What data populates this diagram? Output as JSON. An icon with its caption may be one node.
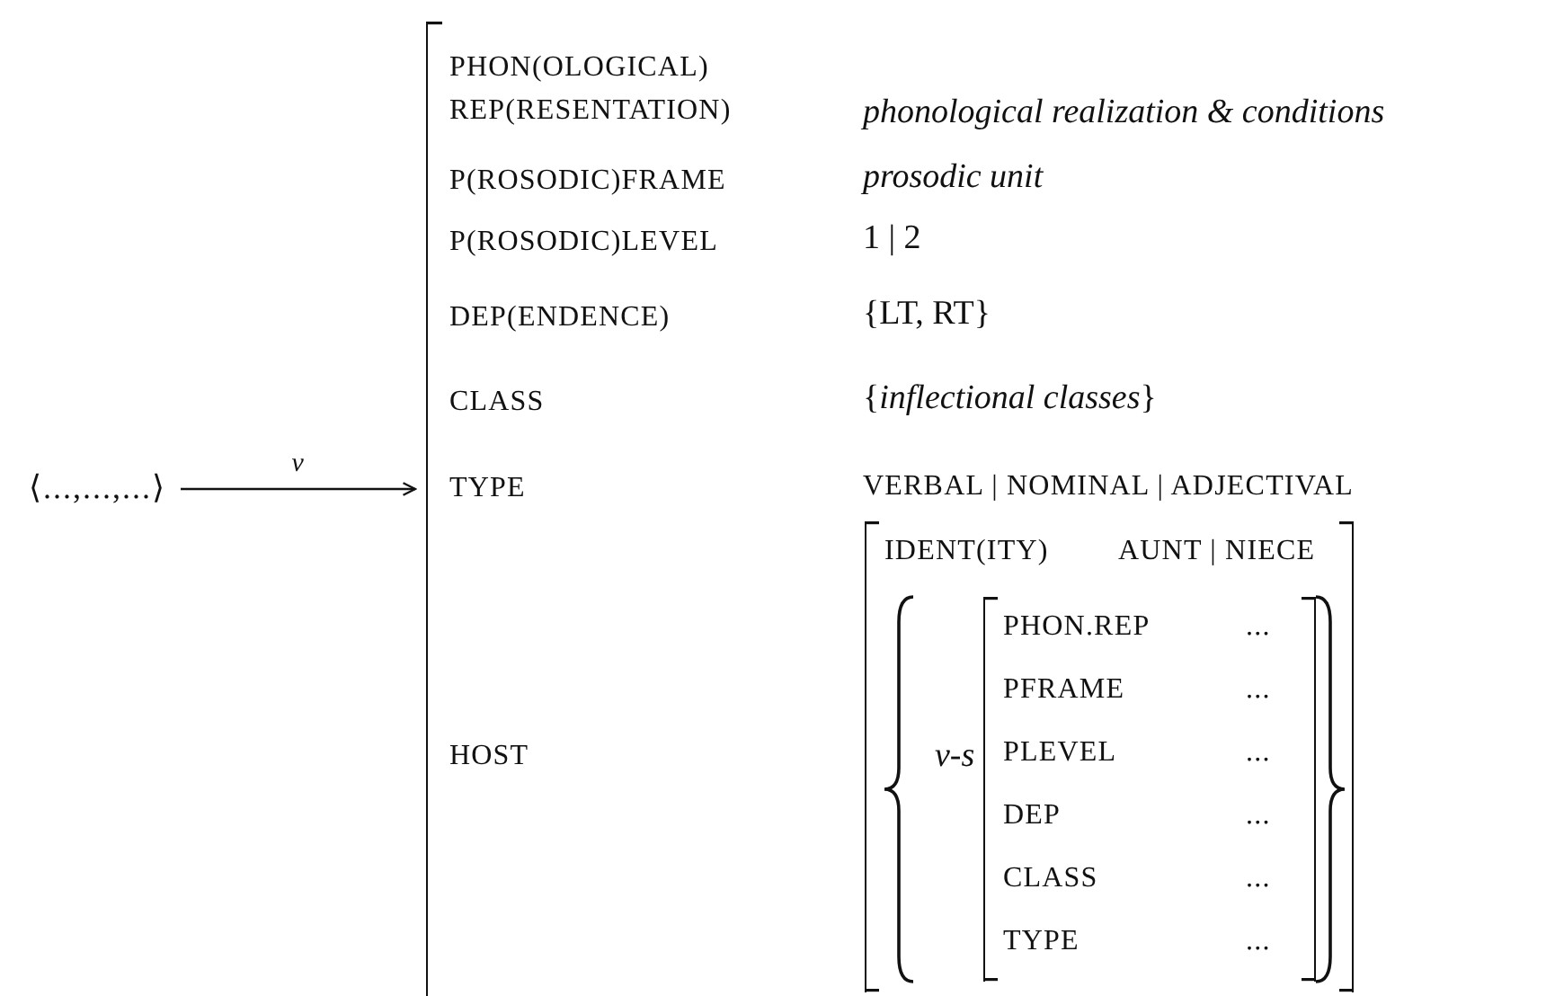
{
  "diagram": {
    "nodes": [
      {
        "text": [
          "⟨...,...,...⟩"
        ]
      },
      {
        "text": [
          "PHON(OLOGICAL) REP(RESENTATION)",
          "*phonological realization & conditions*",
          "P(ROSODIC)FRAME",
          "*prosodic unit*",
          "P(ROSODIC)LEVEL",
          "1 | 2",
          "DEP(ENDENCE)",
          "{LT, RT}",
          "CLASS",
          "{*inflectional classes*}",
          "TYPE",
          "VERBAL | NOMINAL | ADJECTIVAL",
          "HOST"
        ]
      },
      {
        "text": [
          "IDENT(ITY)",
          "AUNT | NIECE",
          "*v-s*"
        ],
        "in": 1
      },
      {
        "text": [
          "PHON.REP",
          "...",
          "PFRAME",
          "...",
          "PLEVEL",
          "...",
          "DEP",
          "...",
          "CLASS",
          "...",
          "TYPE",
          "..."
        ],
        "in": 2
      }
    ],
    "edges": [
      {
        "from": 0,
        "to": 1,
        "arrow": "to",
        "label": "ν"
      }
    ]
  }
}
